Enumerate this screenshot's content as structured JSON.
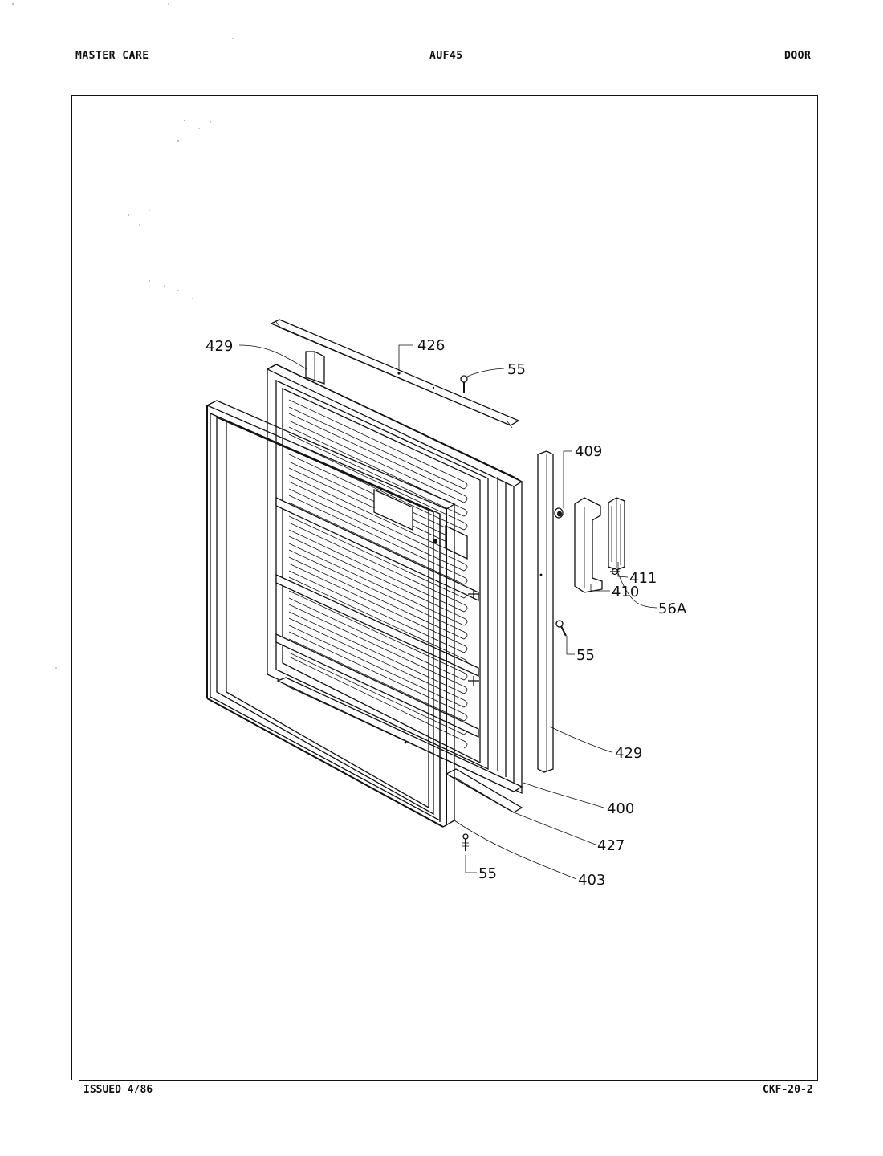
{
  "header": {
    "left": "MASTER CARE",
    "center": "AUF45",
    "right": "DOOR"
  },
  "footer": {
    "left": "ISSUED 4/86",
    "right": "CKF-20-2"
  },
  "callouts": {
    "c429_top": "429",
    "c426": "426",
    "c55_top": "55",
    "c409": "409",
    "c411": "411",
    "c56A": "56A",
    "c410": "410",
    "c55_mid": "55",
    "c429_right": "429",
    "c400": "400",
    "c427": "427",
    "c55_bottom": "55",
    "c403": "403"
  }
}
